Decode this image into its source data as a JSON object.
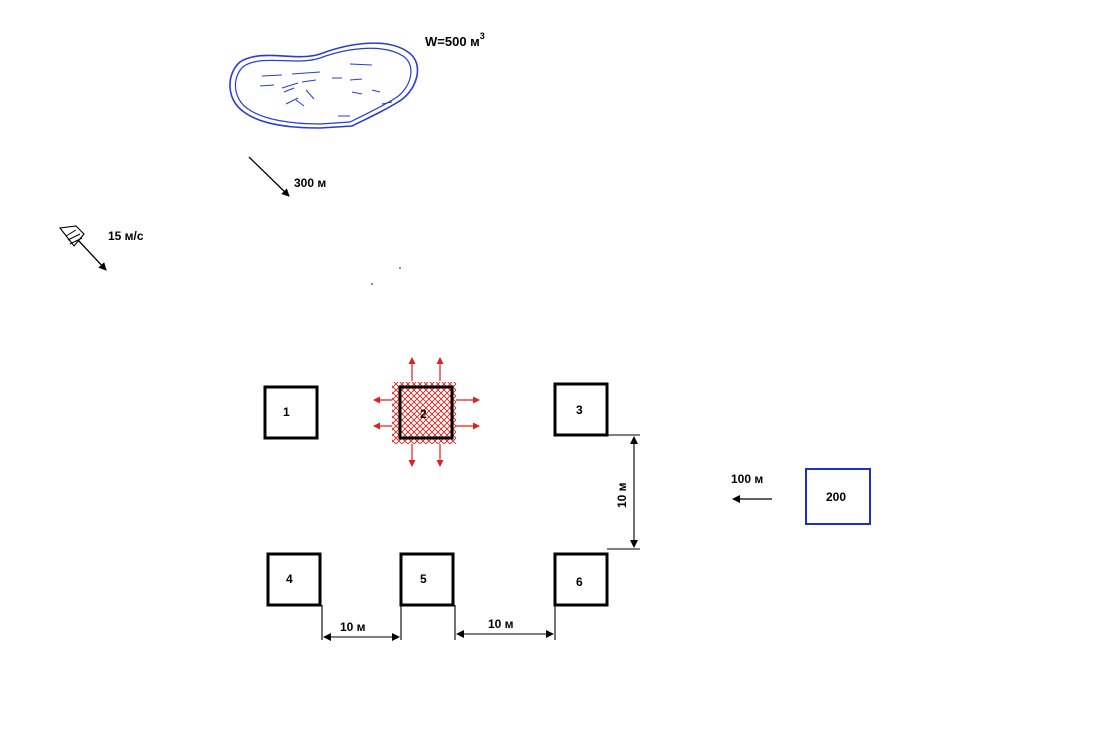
{
  "pond": {
    "volume_prefix": "W=500 м",
    "volume_sup": "3"
  },
  "distance_arrow": {
    "label": "300 м"
  },
  "wind": {
    "label": "15 м/с"
  },
  "buildings": [
    {
      "id": "1"
    },
    {
      "id": "2"
    },
    {
      "id": "3"
    },
    {
      "id": "4"
    },
    {
      "id": "5"
    },
    {
      "id": "6"
    }
  ],
  "far_building": {
    "label": "200",
    "distance": "100 м"
  },
  "dimensions": {
    "vertical": "10 м",
    "bottom_left": "10 м",
    "bottom_right": "10 м"
  },
  "colors": {
    "water": "#2b3bd6",
    "fire": "#e0201c",
    "far_building": "#1a2fd0",
    "line": "#000000"
  }
}
